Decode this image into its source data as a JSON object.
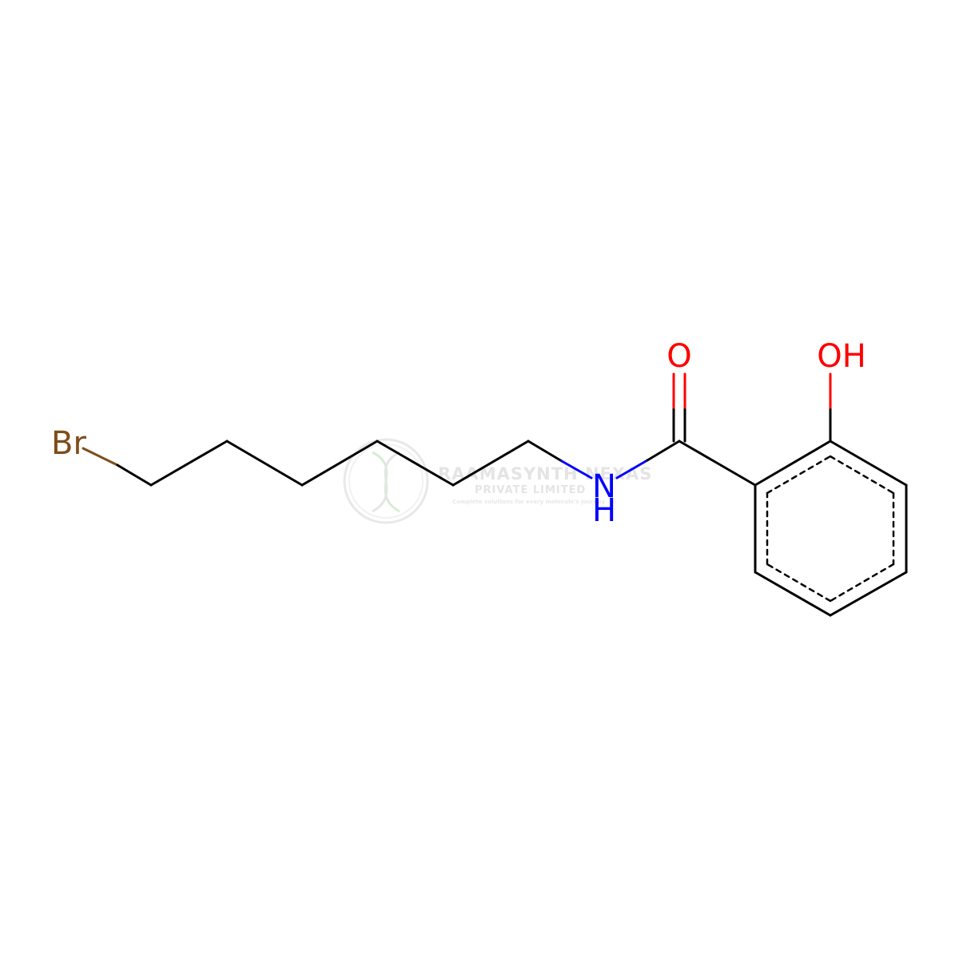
{
  "molecule": {
    "atoms": {
      "bromine": "Br",
      "carbonyl_oxygen": "O",
      "hydroxyl": "OH",
      "amide_n": "N",
      "amide_h": "H"
    }
  },
  "watermark": {
    "company": "RAAMASYNTH NEXAS",
    "subtitle": "PRIVATE LIMITED",
    "tagline": "Complete solutions for every molecule's journey"
  },
  "colors": {
    "bond": "#000000",
    "bromine": "#7f4c19",
    "oxygen": "#ff0000",
    "nitrogen": "#0000ff",
    "watermark": "#cfcfcf",
    "watermark_accent": "#b8e0b0"
  }
}
